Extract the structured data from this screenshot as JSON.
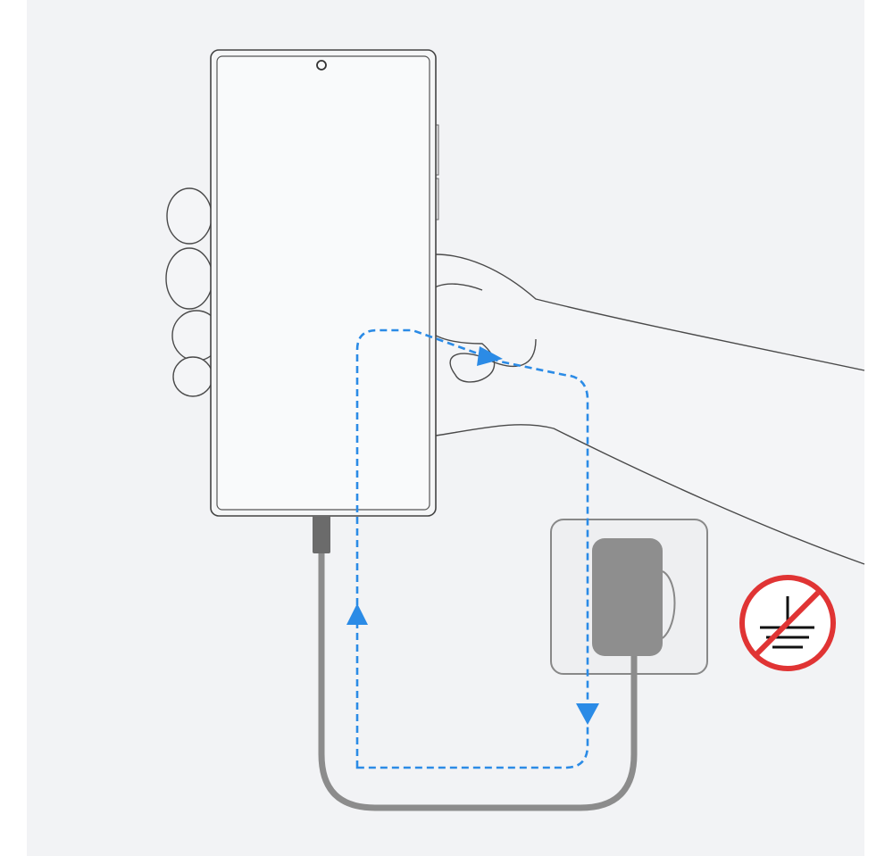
{
  "illustration": {
    "subject": "phone-charging-current-path",
    "icons": [
      "phone",
      "hand",
      "charging-cable",
      "wall-outlet",
      "charger-plug",
      "current-flow-arrows",
      "no-ground-symbol"
    ],
    "colors": {
      "background": "#f2f3f5",
      "outline": "#555555",
      "cable": "#8c8c8c",
      "current_path": "#2b8be6",
      "prohibition": "#e03434",
      "ground_symbol": "#111111"
    }
  }
}
